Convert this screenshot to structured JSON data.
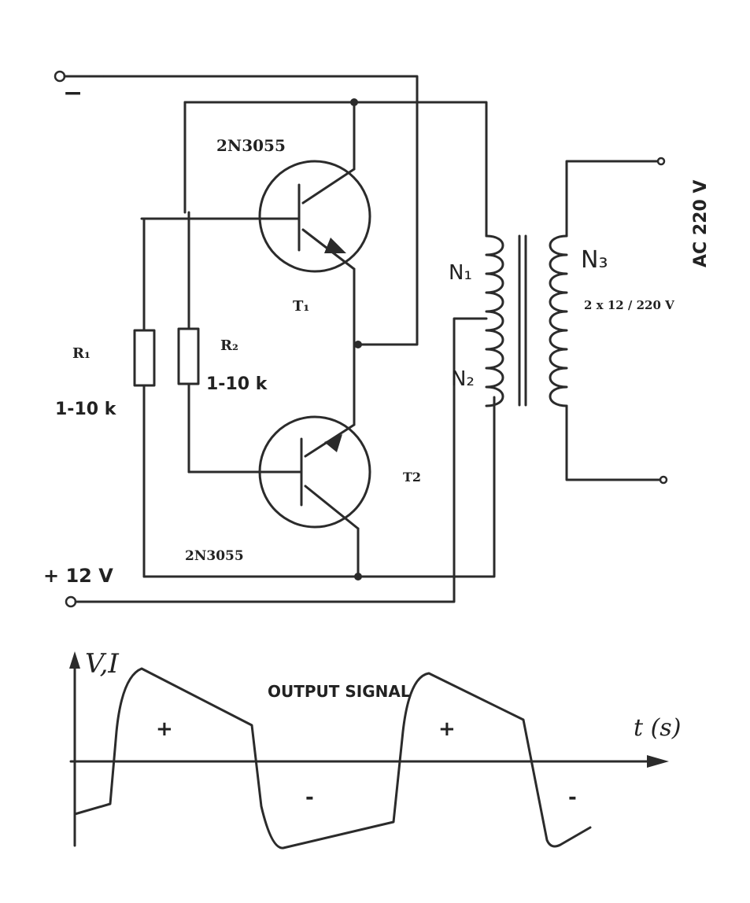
{
  "circuit": {
    "transistor_top_part": "2N3055",
    "transistor_top_ref": "T₁",
    "transistor_bottom_part": "2N3055",
    "transistor_bottom_ref": "T2",
    "r1_ref": "R₁",
    "r1_value": "1-10 k",
    "r2_ref": "R₂",
    "r2_value": "1-10 k",
    "supply_positive": "+ 12 V",
    "supply_negative": "−",
    "winding_n1": "N₁",
    "winding_n2": "N₂",
    "winding_n3": "N₃",
    "transformer_rating": "2 x 12 / 220 V",
    "output_label": "AC 220 V"
  },
  "waveform": {
    "y_axis_label": "V,I",
    "x_axis_label": "t (s)",
    "title": "OUTPUT SIGNAL",
    "positive_marks": [
      "+",
      "+"
    ],
    "negative_marks": [
      "-",
      "-"
    ]
  }
}
